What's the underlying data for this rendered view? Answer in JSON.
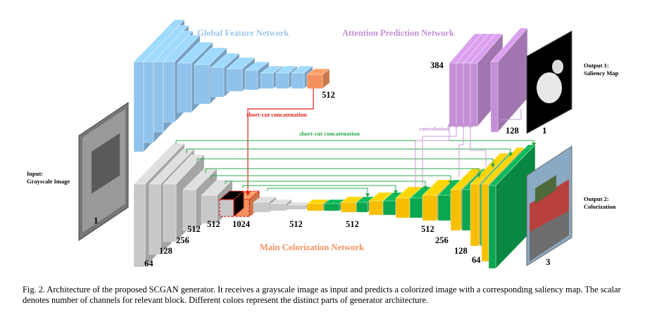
{
  "titles": {
    "global": "Global Feature Network",
    "attention": "Attention Prediction Network",
    "main": "Main Colorization Network"
  },
  "input": {
    "title": "Input:",
    "subtitle": "Grayscale Image",
    "channels": "1"
  },
  "output1": {
    "title": "Output 1:",
    "subtitle": "Saliency Map",
    "channels": "1"
  },
  "output2": {
    "title": "Output 2:",
    "subtitle": "Colorization",
    "channels": "3"
  },
  "connections": {
    "red": "short-cut concatenation",
    "green": "short-cut concatenation",
    "conv": "convolution"
  },
  "channel_labels": {
    "global_end": "512",
    "att_start": "384",
    "att_end": "128",
    "enc_64": "64",
    "enc_128": "128",
    "enc_256": "256",
    "enc_512a": "512",
    "enc_512b": "512",
    "concat": "1024",
    "mid_512a": "512",
    "mid_512b": "512",
    "dec_512": "512",
    "dec_256": "256",
    "dec_128": "128",
    "dec_64": "64"
  },
  "caption": "Fig. 2.   Architecture of the proposed SCGAN generator. It receives a grayscale image as input and predicts a colorized image with a corresponding saliency map. The scalar denotes number of channels for relevant block. Different colors represent the distinct parts of generator architecture.",
  "colors": {
    "blue": "#8fc3ec",
    "purple": "#c48fd6",
    "gray": "#c8c8c8",
    "orange": "#f5915e",
    "yellow": "#f7bf00",
    "green": "#0aa650",
    "red": "#e0201b",
    "green_line": "#2aa84a",
    "lilac_line": "#c99ad8",
    "title_blue": "#9dc9ee",
    "title_purple": "#c48fd6",
    "title_orange": "#f5915e"
  }
}
